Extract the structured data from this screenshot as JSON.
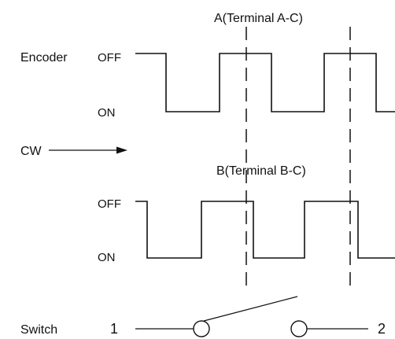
{
  "labels": {
    "encoder": "Encoder",
    "cw": "CW",
    "switch": "Switch",
    "channel_a": "A(Terminal A-C)",
    "channel_b": "B(Terminal B-C)",
    "a_off": "OFF",
    "a_on": "ON",
    "b_off": "OFF",
    "b_on": "ON",
    "switch_pos_1": "1",
    "switch_pos_2": "2"
  },
  "colors": {
    "line": "#111111",
    "background": "#ffffff"
  }
}
